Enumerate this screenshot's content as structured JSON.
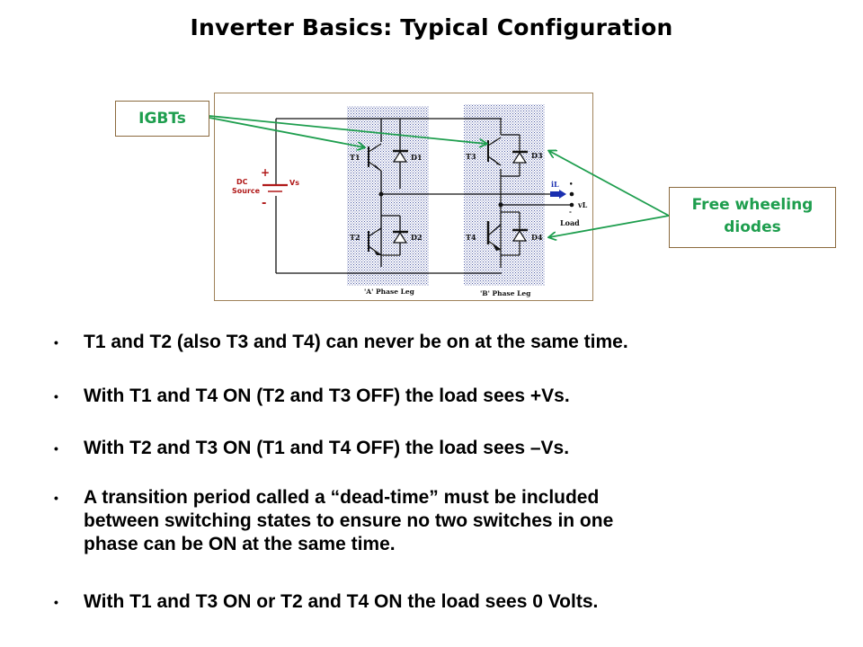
{
  "slide": {
    "title": "Inverter Basics: Typical Configuration"
  },
  "callouts": {
    "igbts": "IGBTs",
    "freewheeling_line1": "Free wheeling",
    "freewheeling_line2": "diodes"
  },
  "diagram": {
    "source_label_line1": "DC",
    "source_label_line2": "Source",
    "source_voltage": "Vs",
    "plus_sign": "+",
    "minus_sign": "-",
    "transistors": [
      "T1",
      "T2",
      "T3",
      "T4"
    ],
    "diodes": [
      "D1",
      "D2",
      "D3",
      "D4"
    ],
    "load_current": "iL",
    "load_voltage": "vL",
    "load_label": "Load",
    "load_plus": "•",
    "load_minus": "-",
    "phase_leg_a": "'A' Phase Leg",
    "phase_leg_b": "'B' Phase Leg",
    "colors": {
      "wire": "#111111",
      "source": "#B01818",
      "current_arrow": "#1A2FB0",
      "callout_arrow": "#1E9E4E",
      "hatch": "#3A4A9A"
    }
  },
  "bullets": [
    {
      "text": "T1 and T2 (also T3 and T4) can never be on at the same time."
    },
    {
      "text": "With T1 and T4 ON (T2 and T3 OFF) the load sees +Vs."
    },
    {
      "text": "With T2 and T3 ON (T1 and T4 OFF) the load sees –Vs."
    },
    {
      "text": "A transition period called a “dead-time” must be included\nbetween switching states to ensure no two switches in one\nphase can be ON at the same time."
    },
    {
      "text": "With T1 and T3 ON or T2 and T4 ON the load sees 0 Volts."
    }
  ],
  "bullet_glyph": "•"
}
